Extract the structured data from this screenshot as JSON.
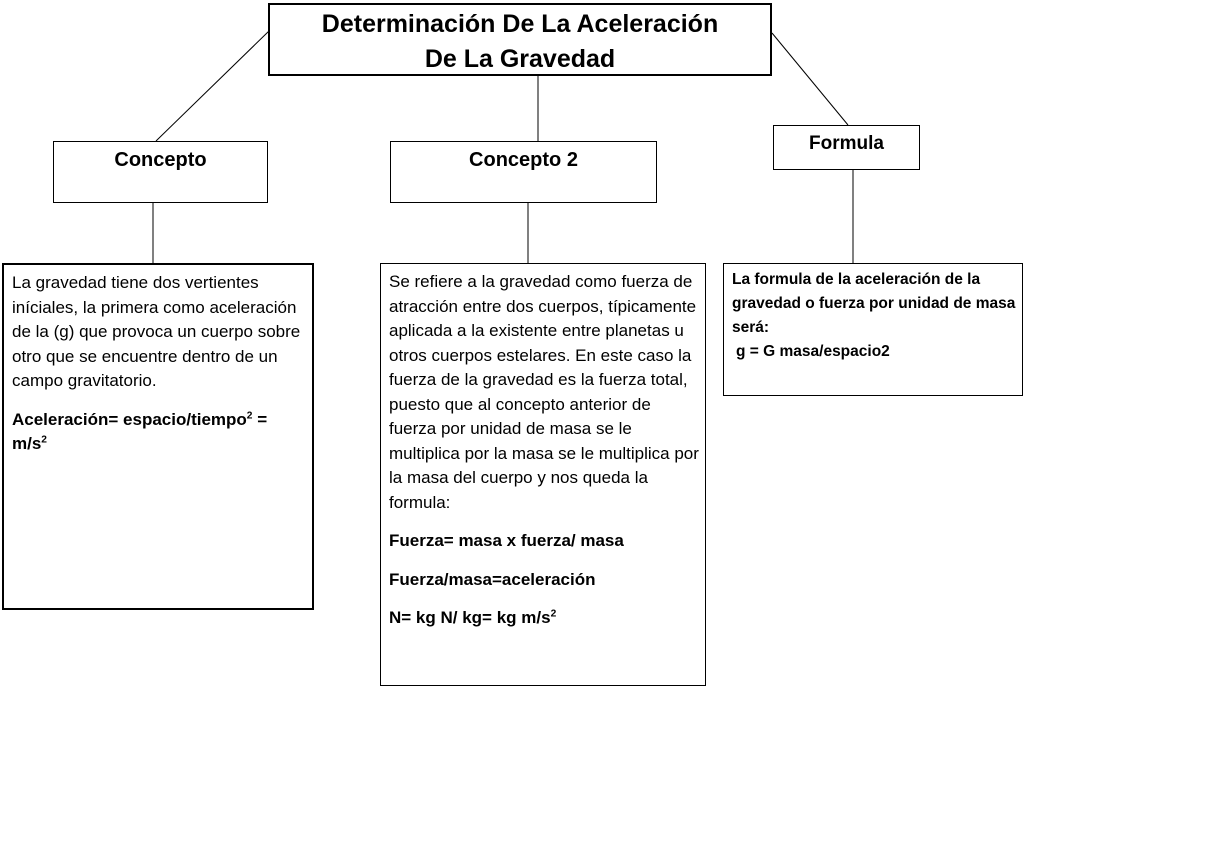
{
  "colors": {
    "background": "#ffffff",
    "border": "#000000",
    "text": "#000000"
  },
  "title": {
    "line1": "Determinación De La Aceleración",
    "line2": "De La Gravedad"
  },
  "branches": {
    "concepto": {
      "label": "Concepto"
    },
    "concepto2": {
      "label": "Concepto 2"
    },
    "formula": {
      "label": "Formula"
    }
  },
  "details": {
    "concepto": {
      "body": "La gravedad tiene dos vertientes iníciales, la primera como aceleración de la (g) que provoca un cuerpo sobre otro que se encuentre dentro de un campo gravitatorio.",
      "formula": {
        "base": "Aceleración= espacio/tiempo",
        "sup1": "2",
        "mid": " = m/s",
        "sup2": "2"
      }
    },
    "concepto2": {
      "body": "Se refiere a la gravedad como fuerza de atracción entre dos cuerpos, típicamente aplicada a la existente entre planetas u otros cuerpos estelares. En este caso la fuerza de la gravedad es la fuerza total, puesto que al concepto anterior de fuerza por unidad de masa se le multiplica por la masa se le multiplica por la masa del cuerpo y nos queda la formula:",
      "formula1": "Fuerza= masa x fuerza/ masa",
      "formula2": "Fuerza/masa=aceleración",
      "formula3": {
        "base": "N= kg N/ kg= kg m/s",
        "sup": "2"
      }
    },
    "formula": {
      "body": "La formula de la aceleración de la gravedad o fuerza por unidad de masa será:",
      "equation": "g = G masa/espacio2"
    }
  }
}
